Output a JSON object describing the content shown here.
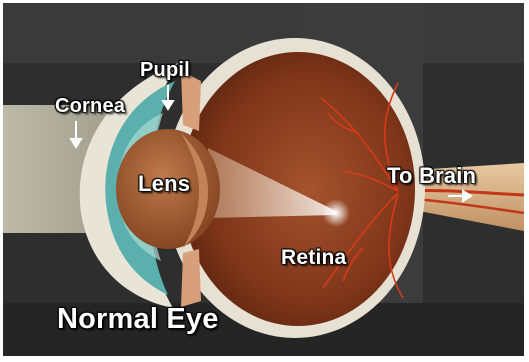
{
  "labels": {
    "pupil": "Pupil",
    "cornea": "Cornea",
    "lens": "Lens",
    "to_brain": "To Brain",
    "retina": "Retina"
  },
  "title": "Normal Eye",
  "colors": {
    "background": "#2b2b2b",
    "light_beam": "#c9c6b4",
    "sclera": "#e8e4d8",
    "eye_interior": "#8a3c20",
    "cornea": "#5fb3b0",
    "lens": "#a8643c",
    "blood_vessels": "#d23a1a",
    "optic_nerve": "#d8b38a",
    "label_text": "#ffffff"
  }
}
